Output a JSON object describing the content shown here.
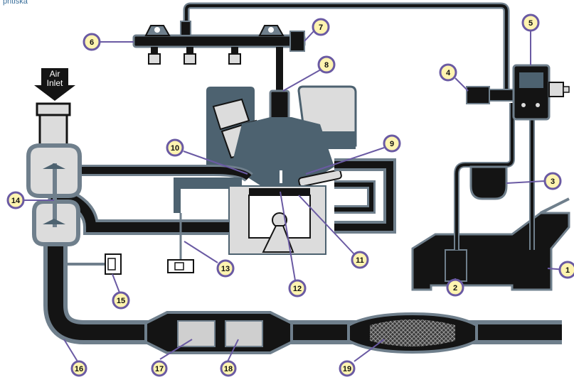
{
  "caption": "pritiska",
  "air_inlet": {
    "line1": "Air",
    "line2": "Inlet"
  },
  "callouts": [
    "1",
    "2",
    "3",
    "4",
    "5",
    "6",
    "7",
    "8",
    "9",
    "10",
    "11",
    "12",
    "13",
    "14",
    "15",
    "16",
    "17",
    "18",
    "19"
  ],
  "colors": {
    "pipe_outer": "#6f7f8c",
    "pipe_inner": "#141414",
    "engine_block": "#4d6270",
    "engine_head": "#dcdcdc",
    "callout_ring": "#6a5aa3",
    "callout_fill": "#fff4b0",
    "filter": "#cfcfcf"
  }
}
